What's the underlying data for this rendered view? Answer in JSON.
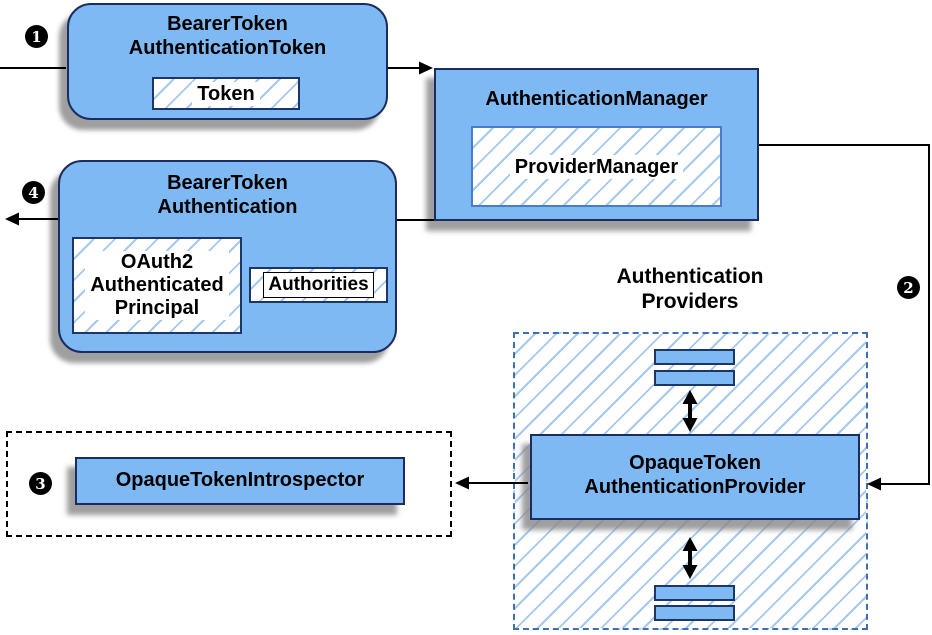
{
  "theme": {
    "node_fill": "#7fb9f3",
    "node_border": "#1b2d60",
    "inner_border": "#1c3767",
    "pm_border": "#4b7cc7",
    "hatch_line": "#a5c9ee",
    "providers_dash": "#3f6fae",
    "line_color": "#000000",
    "badge_bg": "#000000",
    "badge_fg": "#ffffff"
  },
  "badges": {
    "step1": "1",
    "step2": "2",
    "step3": "3",
    "step4": "4"
  },
  "nodes": {
    "bearer_token_authentication_token": {
      "title": "BearerToken\nAuthenticationToken",
      "token_label": "Token"
    },
    "authentication_manager": {
      "title": "AuthenticationManager",
      "provider_manager_label": "ProviderManager"
    },
    "bearer_token_authentication": {
      "title": "BearerToken\nAuthentication",
      "principal_label": "OAuth2\nAuthenticated\nPrincipal",
      "authorities_label": "Authorities"
    },
    "providers": {
      "heading": "Authentication\nProviders",
      "opaque_token_authentication_provider": "OpaqueToken\nAuthenticationProvider"
    },
    "introspector": {
      "title": "OpaqueTokenIntrospector"
    }
  }
}
